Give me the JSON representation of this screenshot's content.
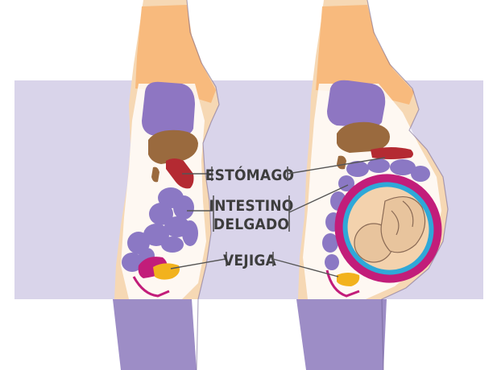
{
  "colors": {
    "band": "#d9d4ea",
    "skin": "#f6d8b4",
    "top": "#f8b777",
    "leggings": "#9d8dc6",
    "lung": "#8e76c2",
    "liver": "#9a6a3e",
    "stomach": "#b42a32",
    "intestine": "#8b78c4",
    "bladder": "#f2b21d",
    "uterus": "#c21d7a",
    "amniotic": "#2fa8d8",
    "fetus": "#e8c49d"
  },
  "labels": {
    "stomach": "ESTÓMAGO",
    "intestine_line1": "INTESTINO",
    "intestine_line2": "DELGADO",
    "bladder": "VEJIGA"
  },
  "figures": {
    "left": "body-not-pregnant",
    "right": "body-pregnant"
  }
}
